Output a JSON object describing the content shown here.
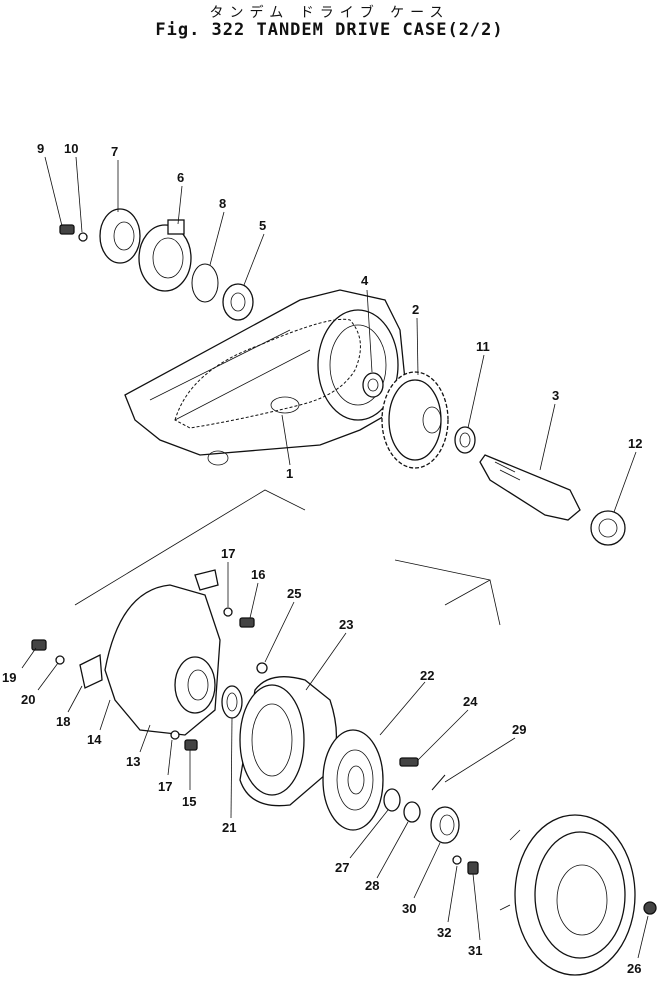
{
  "figure": {
    "title_jp": "タンデム ドライブ ケース",
    "title": "Fig. 322 TANDEM DRIVE CASE(2/2)"
  },
  "callouts": [
    "9",
    "10",
    "7",
    "6",
    "8",
    "5",
    "4",
    "2",
    "11",
    "3",
    "12",
    "1",
    "17",
    "16",
    "25",
    "23",
    "19",
    "20",
    "18",
    "14",
    "13",
    "17",
    "15",
    "21",
    "22",
    "24",
    "29",
    "27",
    "28",
    "30",
    "32",
    "31",
    "26"
  ]
}
